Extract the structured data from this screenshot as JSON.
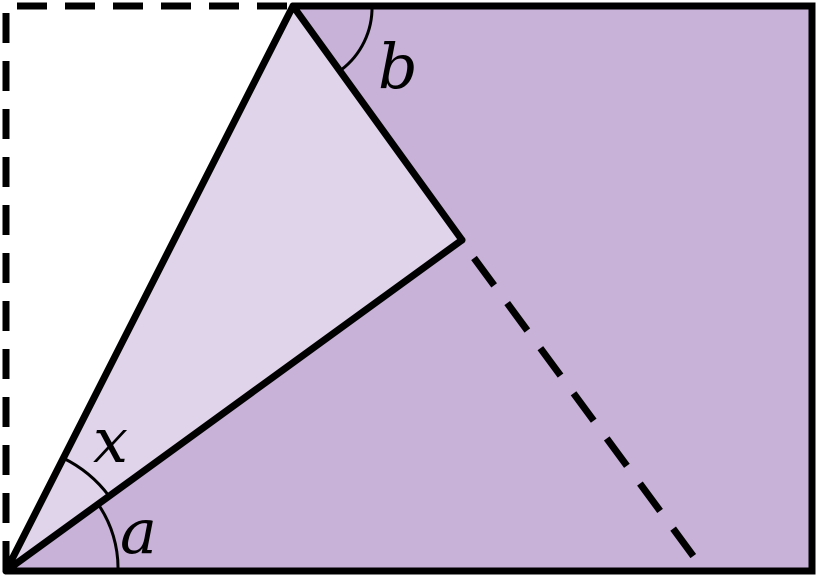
{
  "labels": {
    "angle_b": "b",
    "angle_x": "x",
    "angle_a": "a"
  },
  "colors": {
    "rect_fill": "#c8b2d8",
    "flap_fill": "#e0d4ea",
    "stroke": "#000000",
    "background": "#ffffff"
  }
}
